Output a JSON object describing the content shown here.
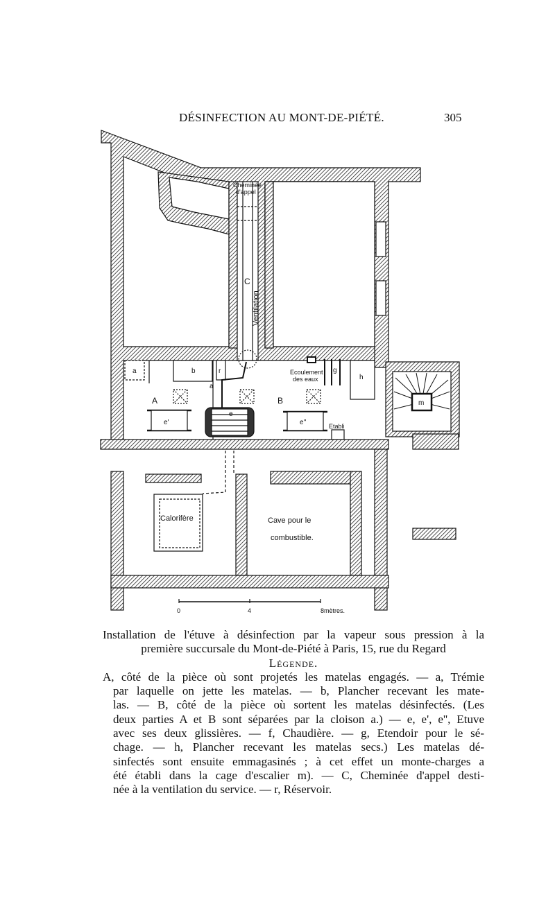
{
  "header": {
    "title": "DÉSINFECTION AU MONT-DE-PIÉTÉ.",
    "page_number": "305"
  },
  "plan": {
    "labels": {
      "cheminee_1": "Cheminée",
      "cheminee_2": "d'appel",
      "ventilation": "Ventilation",
      "C": "C",
      "a_hopper": "a",
      "a_partition": "a",
      "b": "b",
      "r": "r",
      "A": "A",
      "B": "B",
      "e": "e",
      "e_prime": "e'",
      "e_double": "e''",
      "g": "g",
      "h": "h",
      "m": "m",
      "ecoulement_1": "Ecoulement",
      "ecoulement_2": "des eaux",
      "etabli": "Etabli",
      "calorifere": "Calorifère",
      "cave_1": "Cave pour le",
      "cave_2": "combustible."
    },
    "scale": {
      "tick_0": "0",
      "tick_4": "4",
      "tick_8": "8mètres."
    }
  },
  "caption": {
    "title_line1": "Installation de l'étuve à désinfection par la vapeur sous pression à la",
    "title_line2": "première succursale du Mont-de-Piété à Paris, 15, rue du Regard",
    "legend_heading": "Légende.",
    "legend_lines": [
      "A, côté de la pièce où sont projetés les matelas engagés. — a, Trémie",
      "par laquelle on jette les matelas. — b, Plancher recevant les mate-",
      "las. — B, côté de la pièce où sortent les matelas désinfectés. (Les",
      "deux parties A et B sont séparées par la cloison a.) — e, e', e'', Etuve",
      "avec ses deux glissières. — f, Chaudière. — g, Etendoir pour le sé-",
      "chage. — h, Plancher recevant les matelas secs.) Les matelas dé-",
      "sinfectés sont ensuite emmagasinés ; à cet effet un monte-charges a",
      "été établi dans la cage d'escalier m). — C, Cheminée d'appel desti-",
      "née à la ventilation du service. — r, Réservoir."
    ]
  }
}
